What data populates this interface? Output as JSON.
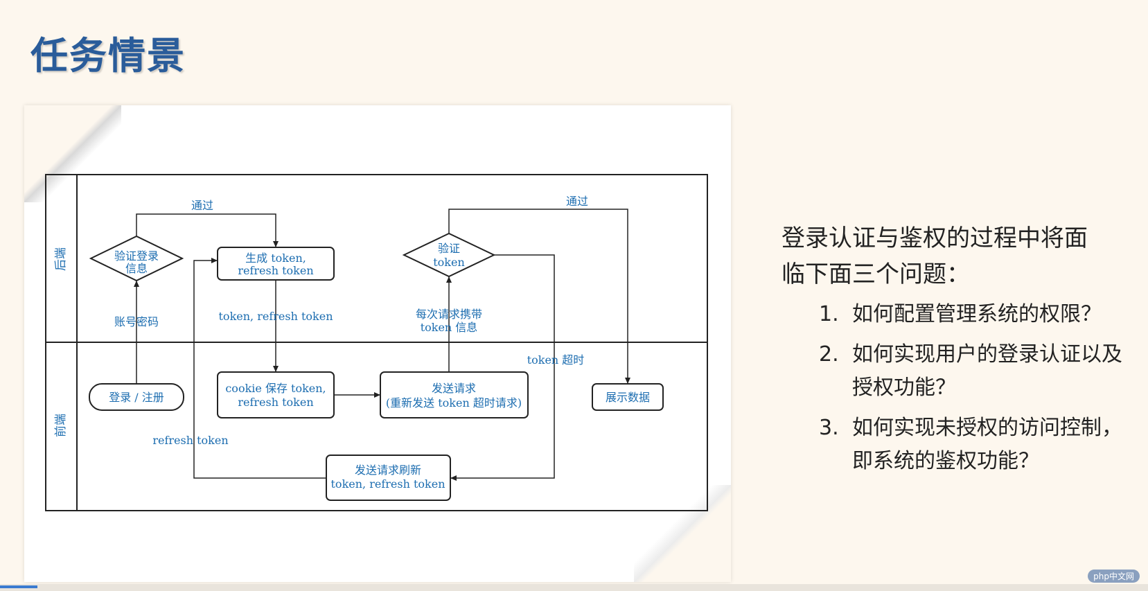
{
  "slide": {
    "title": "任务情景",
    "side_intro": "登录认证与鉴权的过程中将面临下面三个问题：",
    "questions": [
      {
        "num": "1.",
        "text": "如何配置管理系统的权限？"
      },
      {
        "num": "2.",
        "text": "如何实现用户的登录认证以及授权功能？"
      },
      {
        "num": "3.",
        "text": "如何实现未授权的访问控制，即系统的鉴权功能？"
      }
    ]
  },
  "diagram": {
    "lanes": {
      "backend": "后端",
      "frontend": "前端"
    },
    "nodes": {
      "verify_login": [
        "验证登录",
        "信息"
      ],
      "gen_token": [
        "生成 token,",
        "refresh token"
      ],
      "verify_token": [
        "验证",
        "token"
      ],
      "login_register": "登录 / 注册",
      "cookie_save": [
        "cookie 保存 token,",
        "refresh token"
      ],
      "send_request": [
        "发送请求",
        "(重新发送 token 超时请求)"
      ],
      "show_data": "展示数据",
      "refresh_request": [
        "发送请求刷新",
        "token, refresh token"
      ]
    },
    "edge_labels": {
      "pass1": "通过",
      "pass2": "通过",
      "account_password": "账号密码",
      "token_refresh": "token, refresh token",
      "each_request": [
        "每次请求携带",
        "token 信息"
      ],
      "token_timeout": "token 超时",
      "refresh_token": "refresh token"
    }
  },
  "watermark": "php中文网"
}
